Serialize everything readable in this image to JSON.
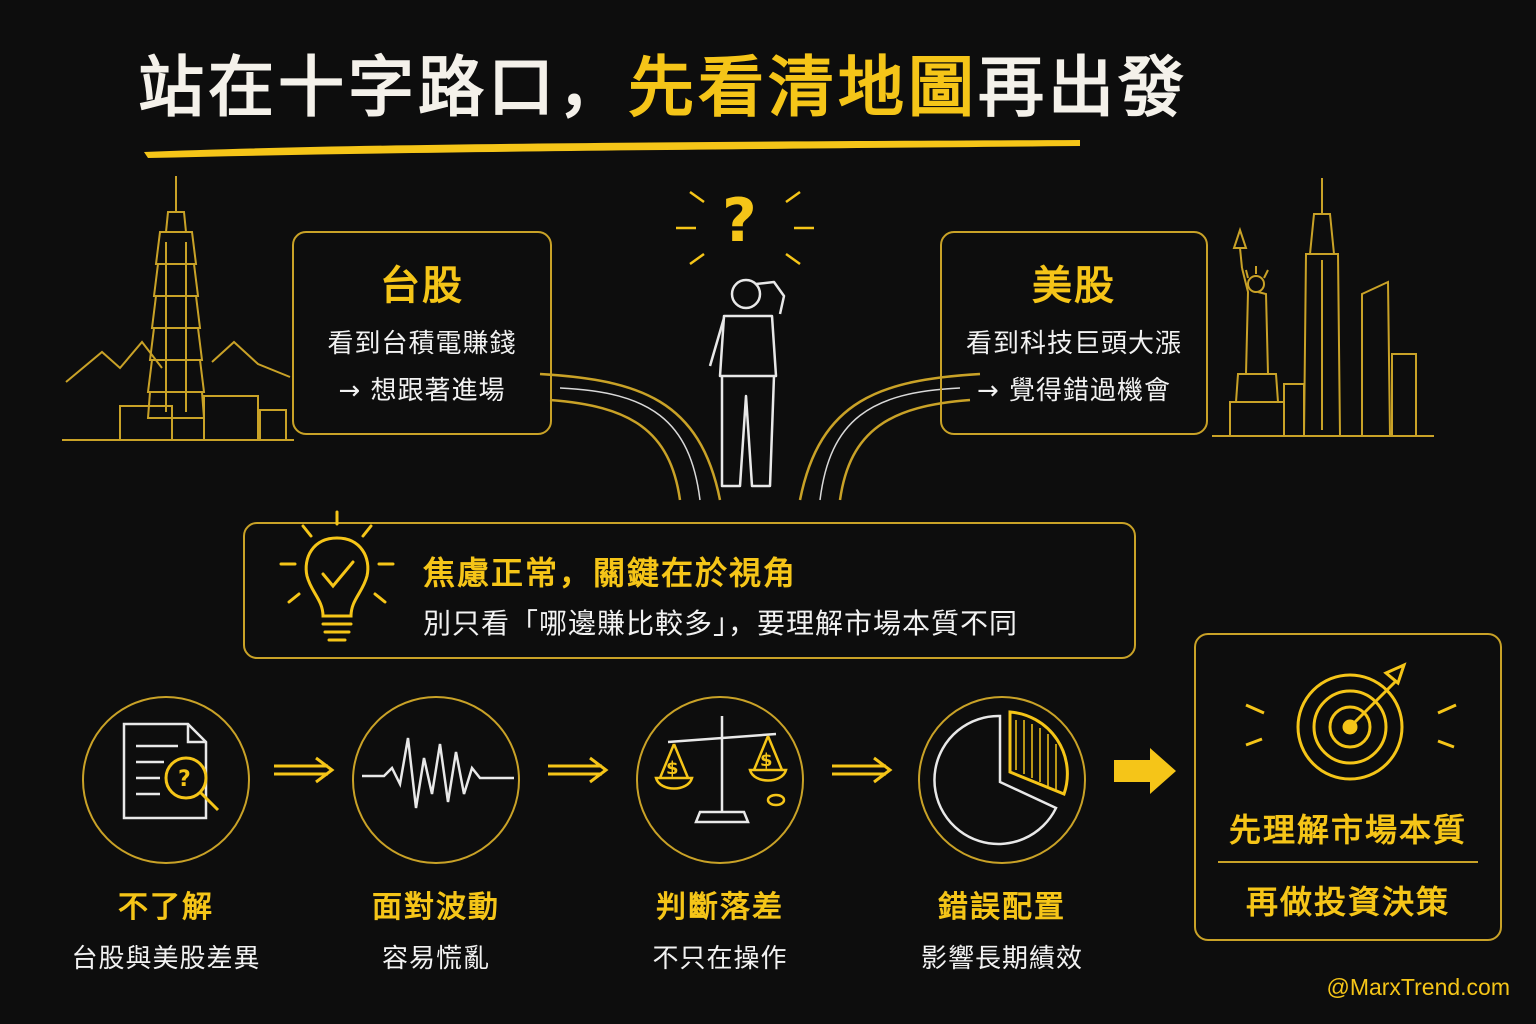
{
  "title": {
    "part1": "站在十字路口，",
    "part2": "先看清地圖",
    "part3": "再出發"
  },
  "taiwan": {
    "title": "台股",
    "line1": "看到台積電賺錢",
    "line2": "→ 想跟著進場"
  },
  "us": {
    "title": "美股",
    "line1": "看到科技巨頭大漲",
    "line2": "→ 覺得錯過機會"
  },
  "center": {
    "question": "?"
  },
  "insight": {
    "title": "焦慮正常，關鍵在於視角",
    "text": "別只看「哪邊賺比較多」，要理解市場本質不同"
  },
  "steps": [
    {
      "title": "不了解",
      "sub": "台股與美股差異"
    },
    {
      "title": "面對波動",
      "sub": "容易慌亂"
    },
    {
      "title": "判斷落差",
      "sub": "不只在操作"
    },
    {
      "title": "錯誤配置",
      "sub": "影響長期績效"
    }
  ],
  "final": {
    "line1": "先理解市場本質",
    "line2": "再做投資決策"
  },
  "watermark": "@MarxTrend.com",
  "colors": {
    "accent": "#f5c518",
    "border": "#c9a227",
    "background": "#0d0d0d",
    "text": "#f2f2f2"
  }
}
